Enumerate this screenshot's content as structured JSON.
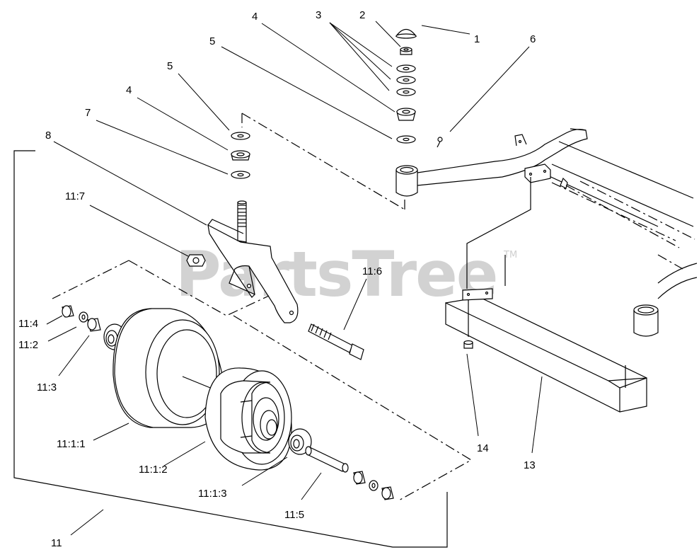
{
  "watermark": {
    "text": "PartsTree",
    "trademark": "TM"
  },
  "callouts": {
    "c1": "1",
    "c2": "2",
    "c3": "3",
    "c4a": "4",
    "c4b": "4",
    "c5a": "5",
    "c5b": "5",
    "c6": "6",
    "c7": "7",
    "c8": "8",
    "c11_7": "11:7",
    "c11_6": "11:6",
    "c11_4": "11:4",
    "c11_2": "11:2",
    "c11_3": "11:3",
    "c11_1_1": "11:1:1",
    "c11_1_2": "11:1:2",
    "c11_1_3": "11:1:3",
    "c11_5": "11:5",
    "c11": "11",
    "c14": "14",
    "c13": "13"
  }
}
